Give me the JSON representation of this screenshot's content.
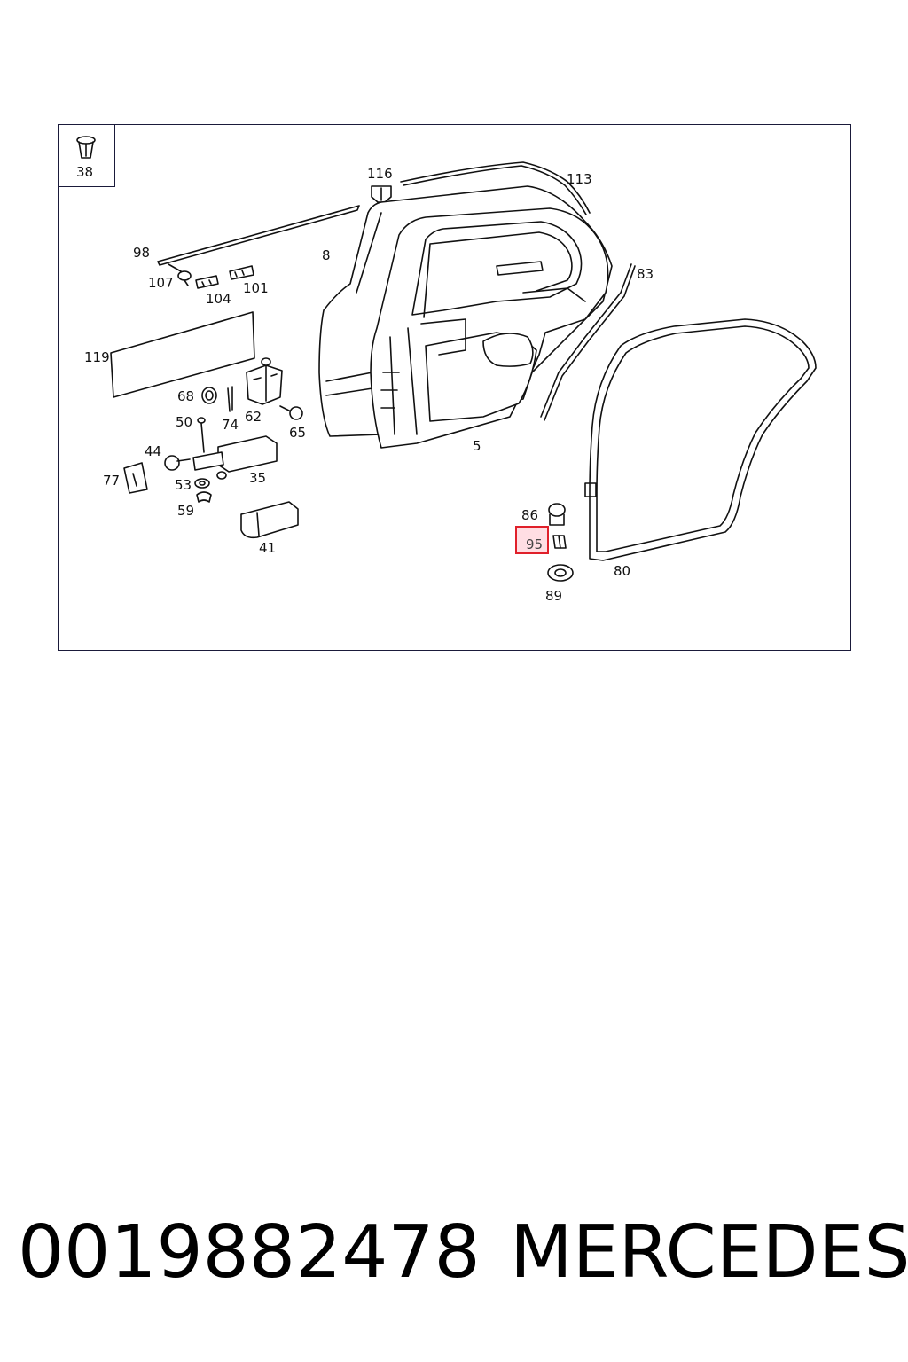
{
  "diagram": {
    "labels": {
      "p38": "38",
      "p116": "116",
      "p113": "113",
      "p98": "98",
      "p8": "8",
      "p107": "107",
      "p101": "101",
      "p104": "104",
      "p83": "83",
      "p119": "119",
      "p68": "68",
      "p62": "62",
      "p74": "74",
      "p50": "50",
      "p65": "65",
      "p44": "44",
      "p35": "35",
      "p5": "5",
      "p77": "77",
      "p53": "53",
      "p59": "59",
      "p41": "41",
      "p86": "86",
      "p95": "95",
      "p89": "89",
      "p80": "80"
    },
    "highlighted_part": "95",
    "highlight_color": "#e0202a"
  },
  "footer": {
    "part_number": "0019882478",
    "brand": "MERCEDES"
  }
}
